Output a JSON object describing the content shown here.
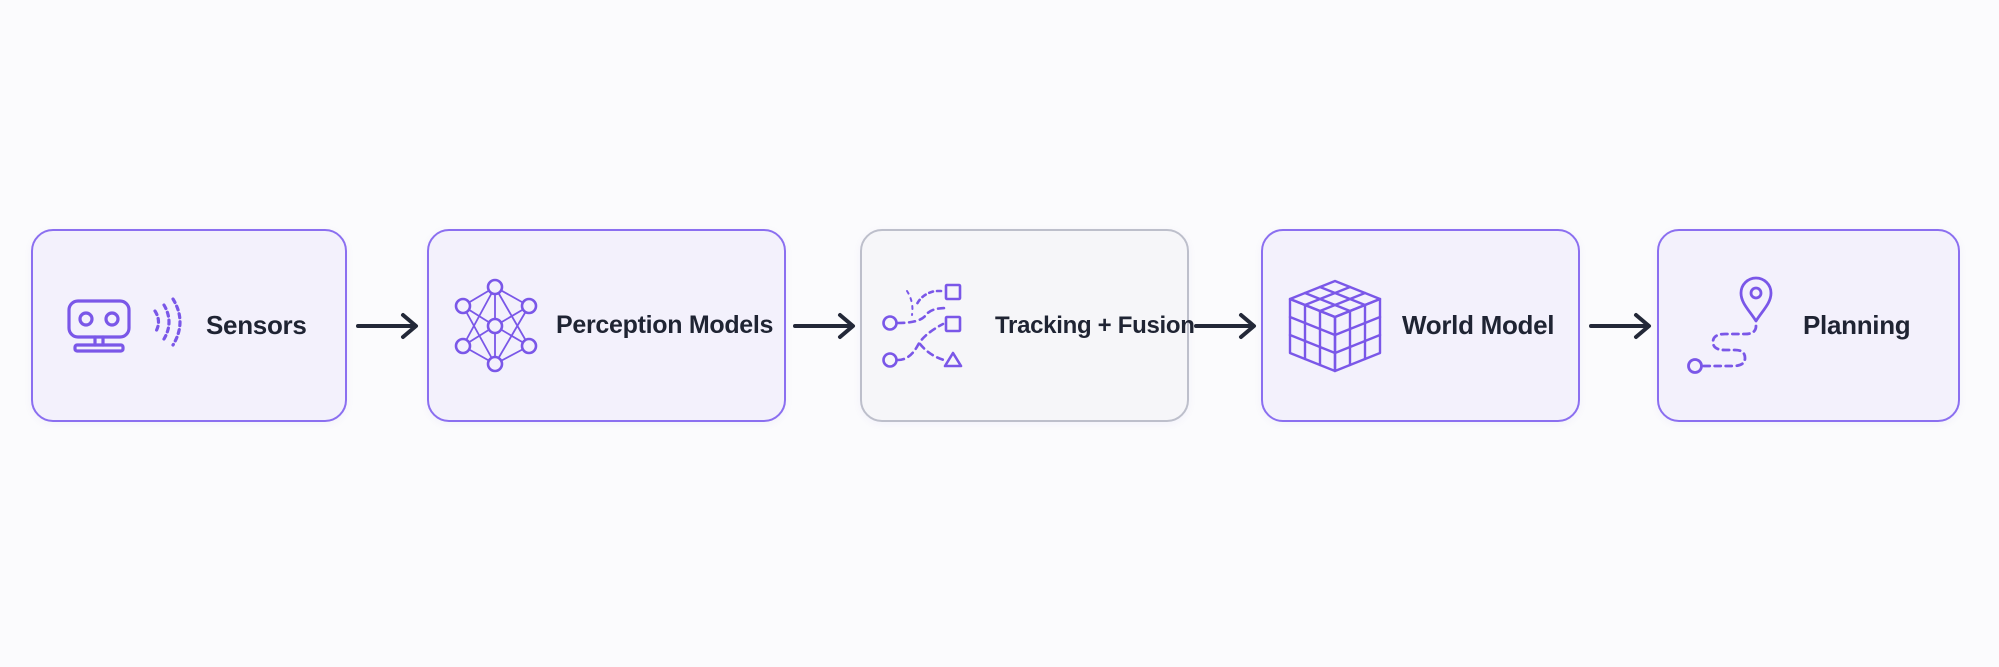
{
  "diagram": {
    "accent_color": "#7a57e8",
    "border_color": "#8b6ff0",
    "muted_border_color": "#bdbfcb",
    "text_color": "#1f2433",
    "arrow_color": "#232838",
    "stages": [
      {
        "label": "Sensors",
        "icon": "sensor-camera-icon"
      },
      {
        "label": "Perception Models",
        "icon": "neural-network-icon"
      },
      {
        "label": "Tracking + Fusion",
        "icon": "tracking-fusion-icon"
      },
      {
        "label": "World Model",
        "icon": "cube-grid-icon"
      },
      {
        "label": "Planning",
        "icon": "route-pin-icon"
      }
    ]
  }
}
